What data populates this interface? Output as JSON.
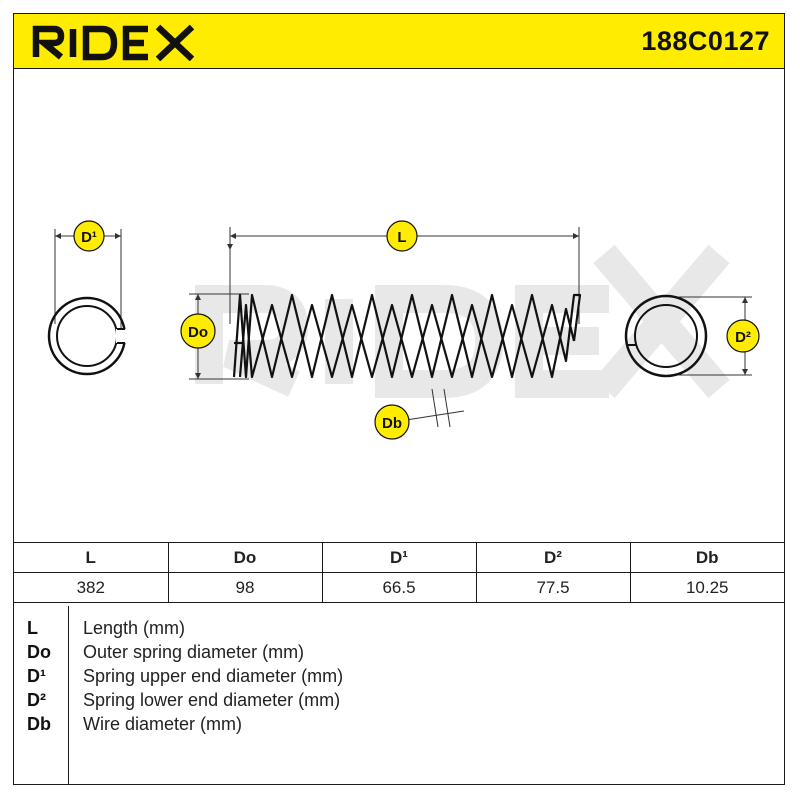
{
  "brand": {
    "logo_text": "RIDEX",
    "accent_color": "#ffec00"
  },
  "part_number": "188C0127",
  "drawing": {
    "labels": {
      "d1": "D¹",
      "l": "L",
      "do": "Do",
      "d2": "D²",
      "db": "Db"
    },
    "watermark_text": "RIDEX"
  },
  "dimensions": {
    "headers": [
      "L",
      "Do",
      "D¹",
      "D²",
      "Db"
    ],
    "values": [
      "382",
      "98",
      "66.5",
      "77.5",
      "10.25"
    ]
  },
  "legend": [
    {
      "abbr": "L",
      "desc": "Length (mm)"
    },
    {
      "abbr": "Do",
      "desc": "Outer spring diameter (mm)"
    },
    {
      "abbr": "D¹",
      "desc": "Spring upper end diameter (mm)"
    },
    {
      "abbr": "D²",
      "desc": "Spring lower end diameter (mm)"
    },
    {
      "abbr": "Db",
      "desc": "Wire diameter (mm)"
    }
  ]
}
